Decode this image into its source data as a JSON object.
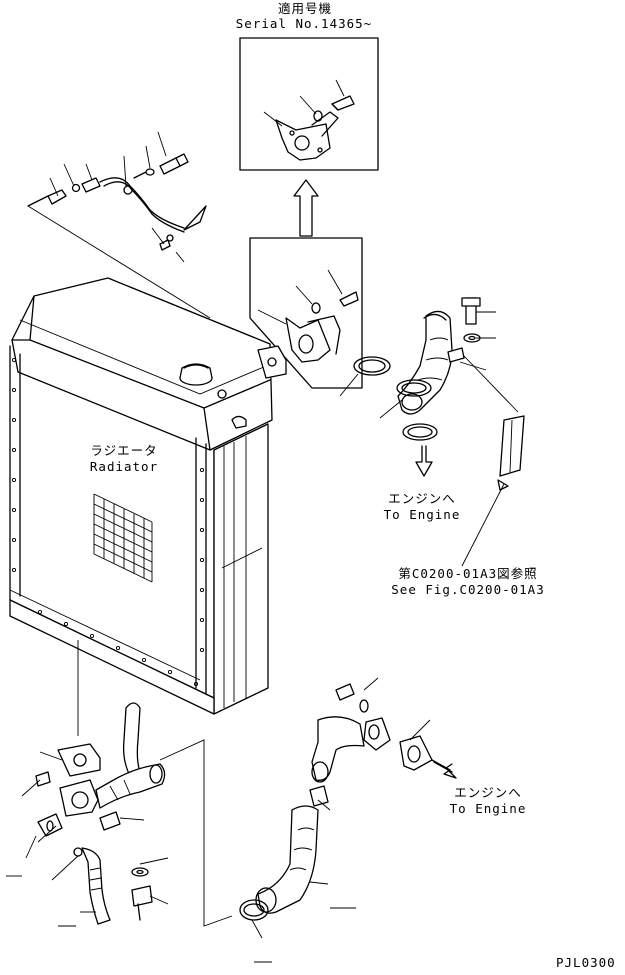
{
  "labels": {
    "applicable_jp": "適用号機",
    "serial": "Serial No.14365~",
    "radiator_jp": "ラジエータ",
    "radiator_en": "Radiator",
    "engine_jp_1": "エンジンへ",
    "engine_en_1": "To Engine",
    "engine_jp_2": "エンジンへ",
    "engine_en_2": "To Engine",
    "see_fig_jp": "第C0200-01A3図参照",
    "see_fig_en": "See Fig.C0200-01A3",
    "drawing_code": "PJL0300"
  }
}
